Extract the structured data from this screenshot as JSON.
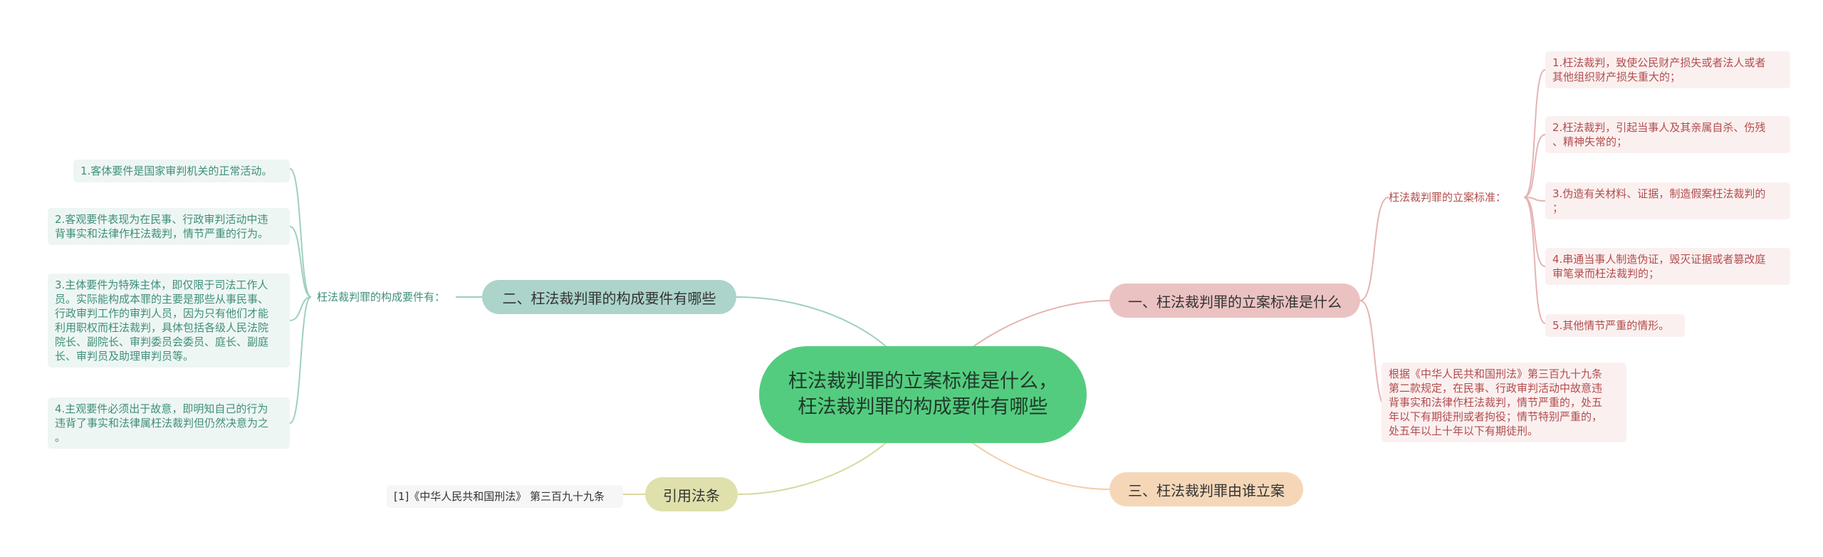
{
  "center": {
    "title": "枉法裁判罪的立案标准是什么，枉法裁判罪的构成要件有哪些"
  },
  "branches": {
    "b1": "一、枉法裁判罪的立案标准是什么",
    "b2": "二、枉法裁判罪的构成要件有哪些",
    "b3": "三、枉法裁判罪由谁立案",
    "b4": "引用法条"
  },
  "branch1": {
    "label": "枉法裁判罪的立案标准：",
    "items": [
      "1.枉法裁判，致使公民财产损失或者法人或者\n其他组织财产损失重大的；",
      "2.枉法裁判，引起当事人及其亲属自杀、伤残\n、精神失常的；",
      "3.伪造有关材料、证据，制造假案枉法裁判的\n；",
      "4.串通当事人制造伪证，毁灭证据或者篡改庭\n审笔录而枉法裁判的；",
      "5.其他情节严重的情形。"
    ],
    "note": "根据《中华人民共和国刑法》第三百九十九条\n第二款规定，在民事、行政审判活动中故意违\n背事实和法律作枉法裁判，情节严重的，处五\n年以下有期徒刑或者拘役；情节特别严重的，\n处五年以上十年以下有期徒刑。"
  },
  "branch2": {
    "label": "枉法裁判罪的构成要件有：",
    "items": [
      "1.客体要件是国家审判机关的正常活动。",
      "2.客观要件表现为在民事、行政审判活动中违\n背事实和法律作枉法裁判，情节严重的行为。",
      "3.主体要件为特殊主体，即仅限于司法工作人\n员。实际能构成本罪的主要是那些从事民事、\n行政审判工作的审判人员，因为只有他们才能\n利用职权而枉法裁判，具体包括各级人民法院\n院长、副院长、审判委员会委员、庭长、副庭\n长、审判员及助理审判员等。",
      "4.主观要件必须出于故意，即明知自己的行为\n违背了事实和法律属枉法裁判但仍然决意为之\n。"
    ]
  },
  "branch4": {
    "item": "[1]《中华人民共和国刑法》 第三百九十九条"
  },
  "colors": {
    "center": "#54cc7f",
    "branch1": "#ebc2c2",
    "branch2": "#acd4cb",
    "branch3": "#f5d7b8",
    "branch4": "#dfe0ab"
  }
}
